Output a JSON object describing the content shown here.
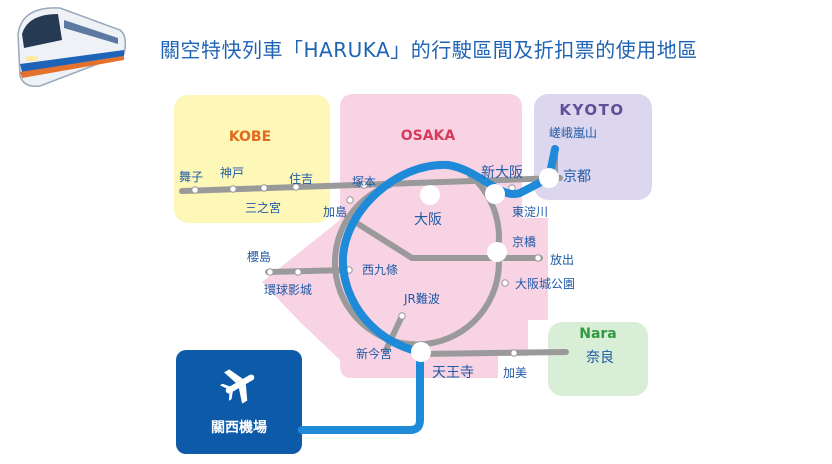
{
  "title": "關空特快列車「HARUKA」的行駛區間及折扣票的使用地區",
  "colors": {
    "kobe_region": "#fdf7b8",
    "osaka_region": "#f8d3e4",
    "kyoto_region": "#dcd6ee",
    "nara_region": "#d9eed6",
    "haruka_line": "#1f8ad8",
    "other_line": "#9a9a9a",
    "label": "#1e5aa6",
    "airport_box": "#0d5aa8"
  },
  "regions": {
    "kobe": "KOBE",
    "osaka": "OSAKA",
    "kyoto": "KYOTO",
    "nara": "Nara"
  },
  "airport": {
    "label": "關西機場",
    "icon": "airplane-icon"
  },
  "stations": {
    "maiko": "舞子",
    "kobe": "神戸",
    "sumiyoshi": "住吉",
    "sannomiya": "三之宮",
    "tsukamoto": "塚本",
    "kashima": "加島",
    "shin_osaka": "新大阪",
    "osaka": "大阪",
    "higashiyodogawa": "東淀川",
    "kyoto": "京都",
    "sagaarashiyama": "嵯峨嵐山",
    "kyobashi": "京橋",
    "hanaten": "放出",
    "osakajokoen": "大阪城公園",
    "sakurajima": "櫻島",
    "universal": "環球影城",
    "nishikujo": "西九條",
    "jr_namba": "JR難波",
    "shin_imamiya": "新今宮",
    "tennoji": "天王寺",
    "kami": "加美",
    "nara": "奈良"
  }
}
